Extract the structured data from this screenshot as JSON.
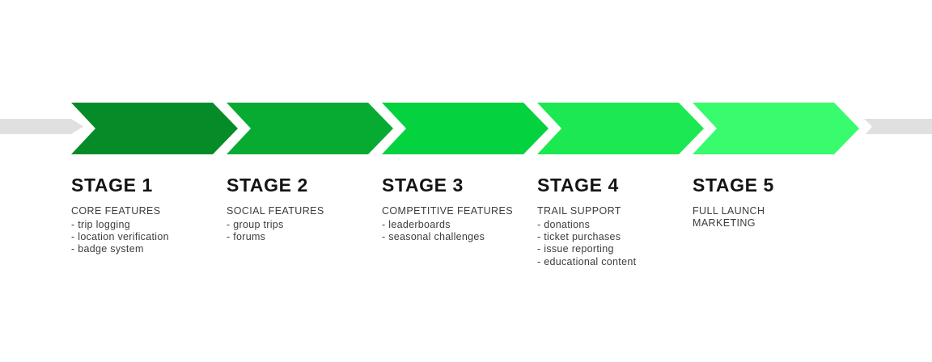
{
  "diagram": {
    "timeline_color": "#e0e0e0",
    "stages": [
      {
        "title": "STAGE 1",
        "subtitle": "CORE FEATURES",
        "color": "#058c28",
        "items": [
          "- trip logging",
          "- location verification",
          "- badge system"
        ]
      },
      {
        "title": "STAGE 2",
        "subtitle": "SOCIAL FEATURES",
        "color": "#07ab32",
        "items": [
          "- group trips",
          "- forums"
        ]
      },
      {
        "title": "STAGE 3",
        "subtitle": "COMPETITIVE FEATURES",
        "color": "#05d23f",
        "items": [
          "- leaderboards",
          "- seasonal challenges"
        ]
      },
      {
        "title": "STAGE 4",
        "subtitle": "TRAIL SUPPORT",
        "color": "#1ce951",
        "items": [
          "- donations",
          "- ticket purchases",
          "- issue reporting",
          "- educational content"
        ]
      },
      {
        "title": "STAGE 5",
        "subtitle": "FULL LAUNCH\nMARKETING",
        "color": "#39fb6e",
        "items": []
      }
    ]
  }
}
